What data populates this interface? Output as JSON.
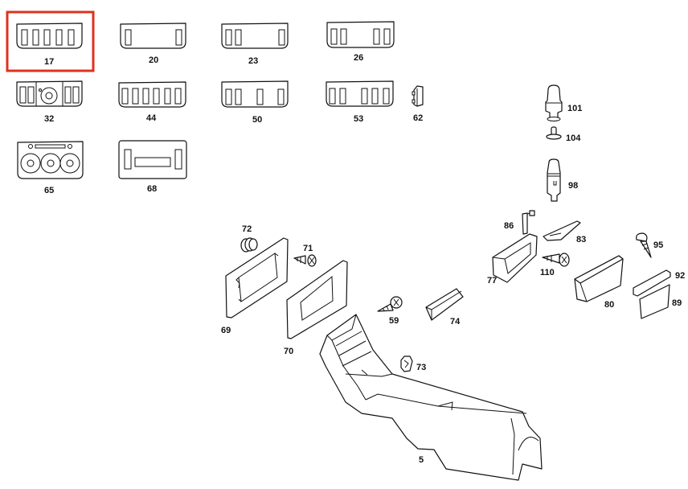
{
  "diagram": {
    "title": "Center console exploded parts diagram",
    "highlight_color": "#e0301e",
    "selected_part": "17",
    "parts": {
      "p17": "17",
      "p20": "20",
      "p23": "23",
      "p26": "26",
      "p32": "32",
      "p44": "44",
      "p50": "50",
      "p53": "53",
      "p62": "62",
      "p65": "65",
      "p68": "68",
      "p101": "101",
      "p104": "104",
      "p98": "98",
      "p72": "72",
      "p71": "71",
      "p69": "69",
      "p70": "70",
      "p86": "86",
      "p83": "83",
      "p77": "77",
      "p110": "110",
      "p95": "95",
      "p92": "92",
      "p89": "89",
      "p80": "80",
      "p59": "59",
      "p74": "74",
      "p73": "73",
      "p5": "5"
    }
  }
}
